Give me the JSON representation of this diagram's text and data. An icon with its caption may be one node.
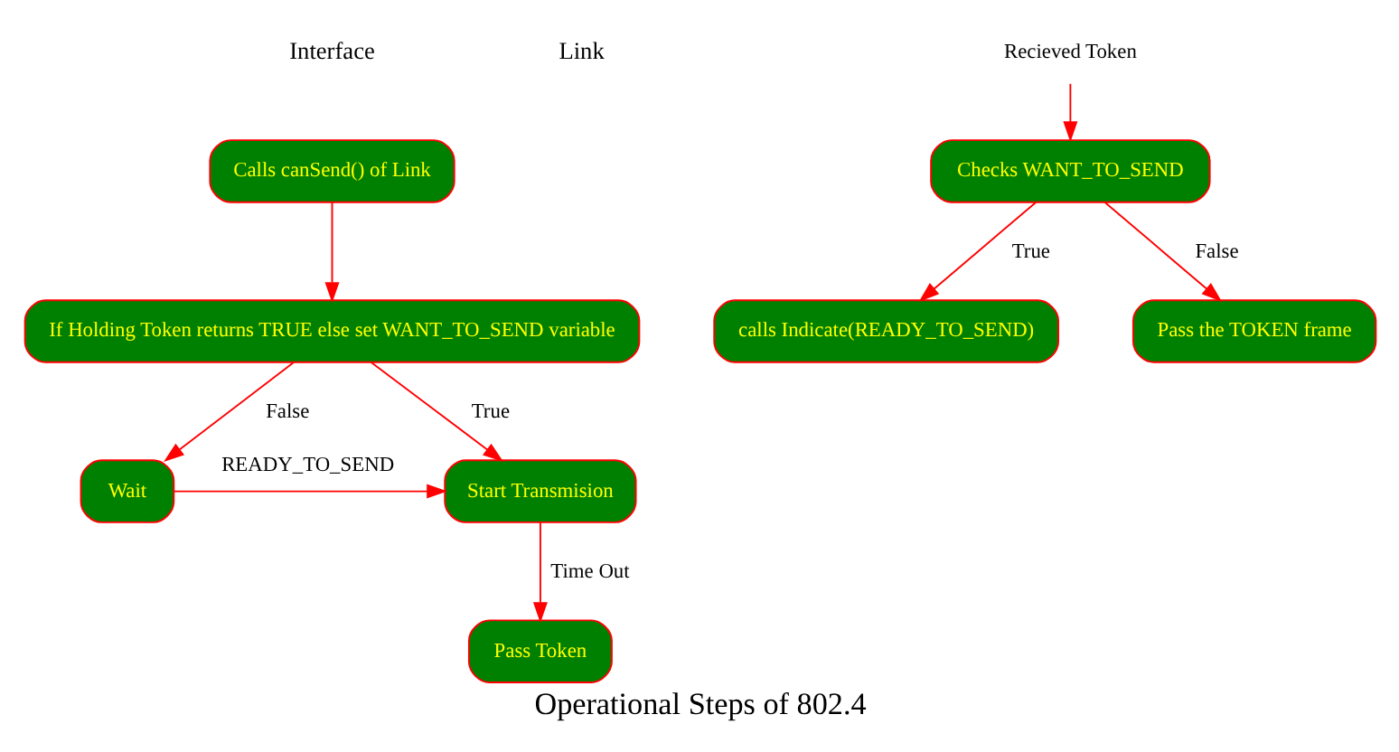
{
  "diagram": {
    "caption": "Operational Steps of 802.4",
    "nodes": [
      {
        "text": [
          "Calls canSend() of Link"
        ]
      },
      {
        "text": [
          "If Holding Token returns TRUE else set WANT_TO_SEND variable"
        ]
      },
      {
        "text": [
          "Start Transmision"
        ]
      },
      {
        "text": [
          "Wait"
        ]
      },
      {
        "text": [
          "Pass Token"
        ]
      },
      {
        "text": [
          "Recieved Token"
        ]
      },
      {
        "text": [
          "Checks WANT_TO_SEND"
        ]
      },
      {
        "text": [
          "Pass the TOKEN frame"
        ]
      },
      {
        "text": [
          "calls Indicate(READY_TO_SEND)"
        ]
      }
    ],
    "edges": [
      {
        "from": 0,
        "to": 1,
        "arrow": "to"
      },
      {
        "from": 1,
        "to": 2,
        "arrow": "to",
        "label": "True"
      },
      {
        "from": 1,
        "to": 3,
        "arrow": "to",
        "label": "False"
      },
      {
        "from": 3,
        "to": 2,
        "arrow": "to",
        "label": "READY_TO_SEND"
      },
      {
        "from": 2,
        "to": 4,
        "arrow": "to",
        "label": "Time Out"
      },
      {
        "from": 5,
        "to": 6,
        "arrow": "to"
      },
      {
        "from": 6,
        "to": 7,
        "arrow": "to",
        "label": "False"
      },
      {
        "from": 6,
        "to": 8,
        "arrow": "to",
        "label": "True"
      }
    ],
    "labels": [
      "Interface",
      "Link"
    ]
  }
}
